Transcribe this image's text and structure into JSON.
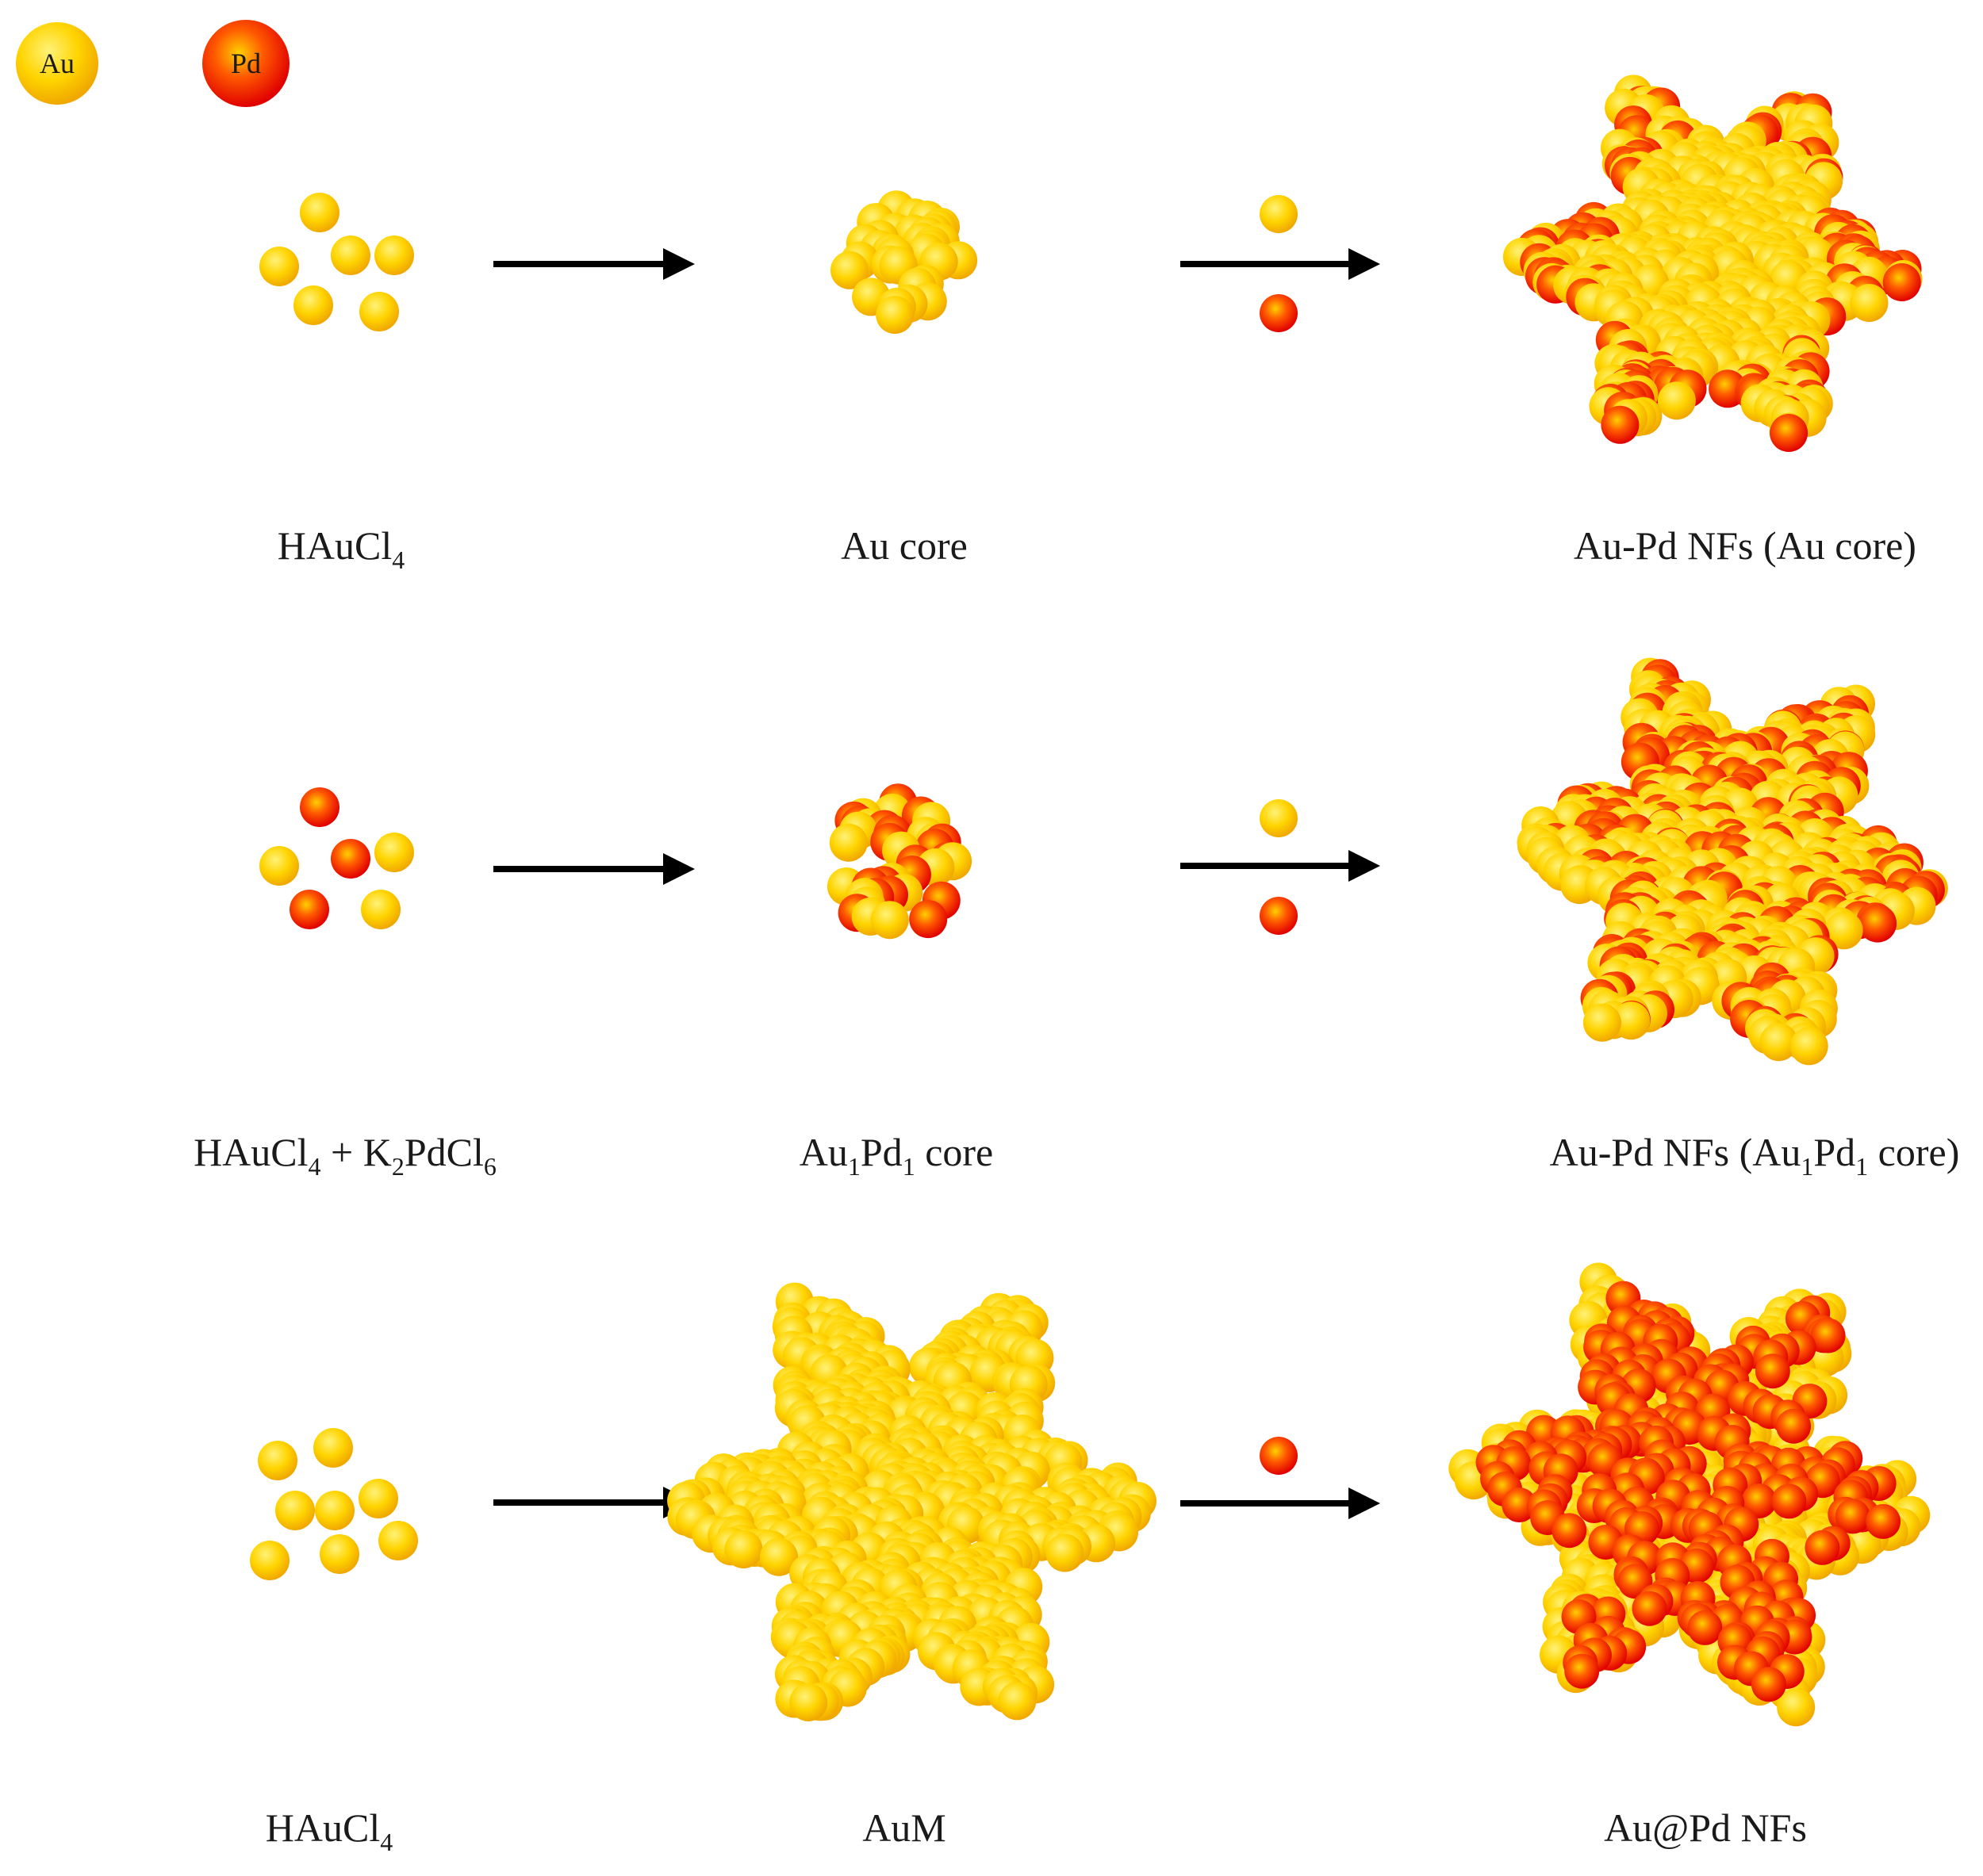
{
  "legend": {
    "au": "Au",
    "pd": "Pd"
  },
  "colors": {
    "au_light": "#fff27a",
    "au_mid": "#ffd400",
    "au_dark": "#f0a800",
    "pd_light": "#ffd000",
    "pd_mid": "#ff5a00",
    "pd_dark": "#e00000",
    "arrow": "#000000"
  },
  "rows": [
    {
      "precursor": {
        "base": "HAuCl",
        "sub": "4"
      },
      "core": {
        "text": "Au core"
      },
      "product": {
        "text": "Au-Pd NFs (Au core)"
      }
    },
    {
      "precursor": {
        "p1": "HAuCl",
        "s1": "4",
        "p2": " + K",
        "s2": "2",
        "p3": "PdCl",
        "s3": "6"
      },
      "core": {
        "p1": "Au",
        "s1": "1",
        "p2": "Pd",
        "s2": "1",
        "p3": " core"
      },
      "product": {
        "p1": "Au-Pd NFs (Au",
        "s1": "1",
        "p2": "Pd",
        "s2": "1",
        "p3": " core)"
      }
    },
    {
      "precursor": {
        "base": "HAuCl",
        "sub": "4"
      },
      "core": {
        "text": "AuM"
      },
      "product": {
        "text": "Au@Pd NFs"
      }
    }
  ]
}
